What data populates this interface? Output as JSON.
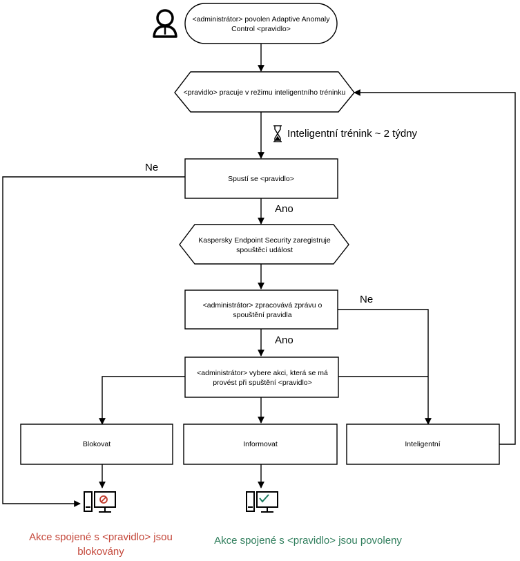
{
  "nodes": {
    "start_line1": "<administrátor> povolen Adaptive Anomaly",
    "start_line2": "Control <pravidlo>",
    "smart_training": "<pravidlo> pracuje v režimu inteligentního tréninku",
    "rule_triggered": "Spustí se <pravidlo>",
    "kes_line1": "Kaspersky Endpoint Security zaregistruje",
    "kes_line2": "spouštěcí událost",
    "admin_process_line1": "<administrátor> zpracovává zprávu o",
    "admin_process_line2": "spouštění pravidla",
    "admin_choose_line1": "<administrátor> vybere akci, která se má",
    "admin_choose_line2": "provést při spuštění <pravidlo>",
    "action_block": "Blokovat",
    "action_inform": "Informovat",
    "action_smart": "Inteligentní"
  },
  "edges": {
    "training_duration": "Inteligentní trénink ~ 2 týdny",
    "no_left": "Ne",
    "yes_1": "Ano",
    "no_right": "Ne",
    "yes_2": "Ano"
  },
  "outcomes": {
    "blocked": "Akce spojené s <pravidlo> jsou blokovány",
    "allowed": "Akce spojené s <pravidlo> jsou povoleny"
  },
  "icons": {
    "actor": "user-icon",
    "training_timer": "hourglass-icon",
    "blocked_computer": "computer-blocked-icon",
    "allowed_computer": "computer-allowed-icon"
  },
  "colors": {
    "line": "#000000",
    "blocked": "#c0392b",
    "allowed": "#1a7a5e",
    "outcome_blocked_text": "#c4473a",
    "outcome_allowed_text": "#2e7d5b"
  }
}
